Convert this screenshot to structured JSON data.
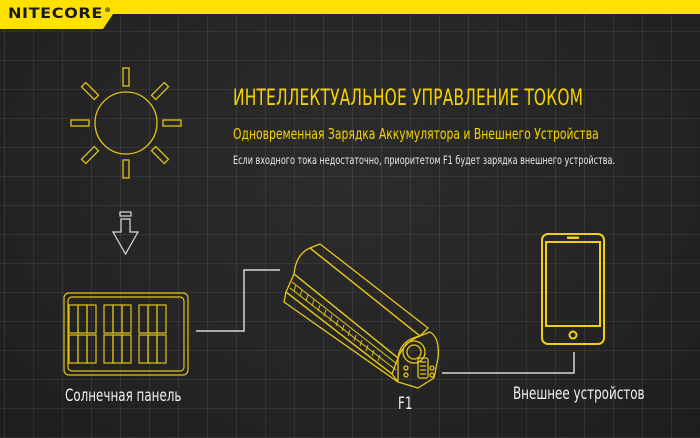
{
  "header": {
    "brand": "NITECORE",
    "registered_mark": "®",
    "accent_color": "#ffe100"
  },
  "main": {
    "headline": "ИНТЕЛЛЕКТУАЛЬНОЕ УПРАВЛЕНИЕ ТОКОМ",
    "subheadline": "Одновременная Зарядка Аккумулятора и Внешнего Устройства",
    "description": "Если входного тока недостаточно, приоритетом F1 будет зарядка внешнего устройства."
  },
  "diagram": {
    "icons": [
      "sun-icon",
      "arrow-down-icon",
      "solar-panel-icon",
      "charger-icon",
      "smartphone-icon"
    ],
    "labels": {
      "solar_panel": "Солнечная панель",
      "charger": "F1",
      "external_device": "Внешнее устройстов"
    },
    "line_color": "#d9d9d9",
    "icon_color": "#e8c81a"
  }
}
